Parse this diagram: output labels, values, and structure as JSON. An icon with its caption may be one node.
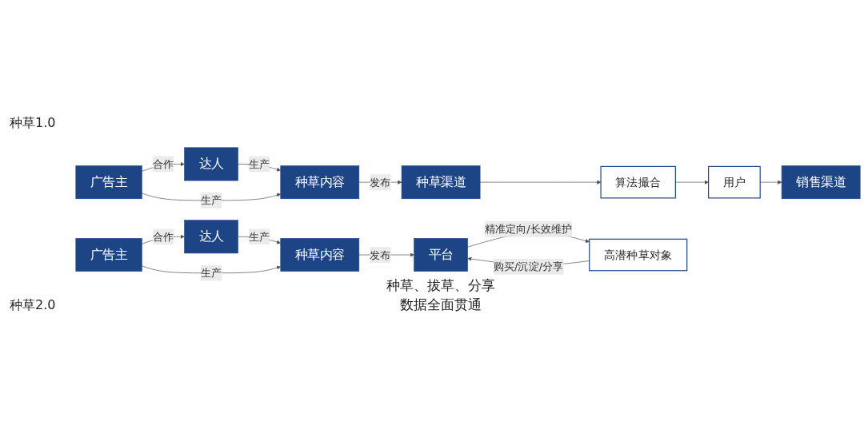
{
  "diagram": {
    "nodes": [
      {
        "text": [
          "达人"
        ]
      },
      {
        "text": [
          "广告主"
        ]
      },
      {
        "text": [
          "种草内容"
        ]
      },
      {
        "text": [
          "种草渠道"
        ]
      },
      {
        "text": [
          "算法撮合"
        ]
      },
      {
        "text": [
          "用户"
        ]
      },
      {
        "text": [
          "销售渠道"
        ]
      },
      {
        "text": [
          "达人"
        ]
      },
      {
        "text": [
          "广告主"
        ]
      },
      {
        "text": [
          "种草内容"
        ]
      },
      {
        "text": [
          "平台"
        ],
        "beside": [
          "种草、拔草、分享数据全面贯通"
        ]
      },
      {
        "text": [
          "高潜种草对象"
        ]
      }
    ],
    "edges": [
      {
        "from": 1,
        "to": 0,
        "arrow": "to",
        "label": "合作"
      },
      {
        "from": 0,
        "to": 2,
        "arrow": "to",
        "label": "生产"
      },
      {
        "from": 1,
        "to": 2,
        "arrow": "to",
        "label": "生产"
      },
      {
        "from": 2,
        "to": 3,
        "arrow": "to",
        "label": "发布"
      },
      {
        "from": 3,
        "to": 4,
        "arrow": "to"
      },
      {
        "from": 4,
        "to": 5,
        "arrow": "to"
      },
      {
        "from": 5,
        "to": 6,
        "arrow": "to"
      },
      {
        "from": 8,
        "to": 7,
        "arrow": "to",
        "label": "合作"
      },
      {
        "from": 7,
        "to": 9,
        "arrow": "to",
        "label": "生产"
      },
      {
        "from": 8,
        "to": 9,
        "arrow": "to",
        "label": "生产"
      },
      {
        "from": 9,
        "to": 10,
        "arrow": "to",
        "label": "发布"
      },
      {
        "from": 10,
        "to": 11,
        "arrow": "to",
        "label": "精准定向/长效维护"
      },
      {
        "from": 11,
        "to": 10,
        "arrow": "to",
        "label": "购买/沉淀/分享"
      }
    ],
    "labels": [
      "种草1.0",
      "种草2.0"
    ]
  }
}
